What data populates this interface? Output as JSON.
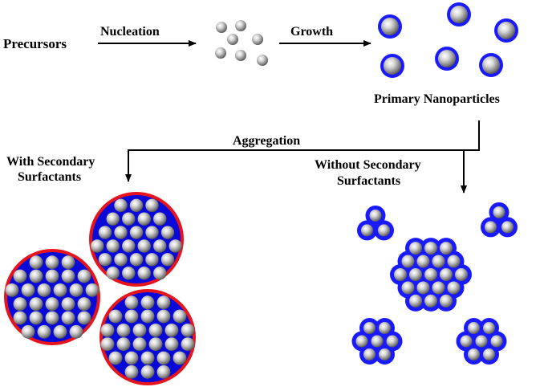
{
  "labels": {
    "precursors": "Precursors",
    "nucleation": "Nucleation",
    "growth": "Growth",
    "primary": "Primary Nanoparticles",
    "aggregation": "Aggregation",
    "with_line1": "With Secondary",
    "with_line2": "Surfactants",
    "without_line1": "Without Secondary",
    "without_line2": "Surfactants"
  },
  "colors": {
    "particle_core": "#8c8c8c",
    "particle_highlight": "#ffffff",
    "primary_shell": "#1a1aff",
    "secondary_shell": "#e8141c",
    "cluster_fill": "#0a0ad8",
    "arrow": "#000000"
  },
  "stages": [
    {
      "stage": "nuclei",
      "particle_count": 7,
      "coated": false
    },
    {
      "stage": "primary-nanoparticles",
      "particle_count": 6,
      "coated": true
    },
    {
      "stage": "with-secondary-surfactants",
      "cluster_count": 3,
      "cluster_shell": "secondary"
    },
    {
      "stage": "without-secondary-surfactants",
      "cluster_count": 5,
      "cluster_shell": "primary-only"
    }
  ]
}
